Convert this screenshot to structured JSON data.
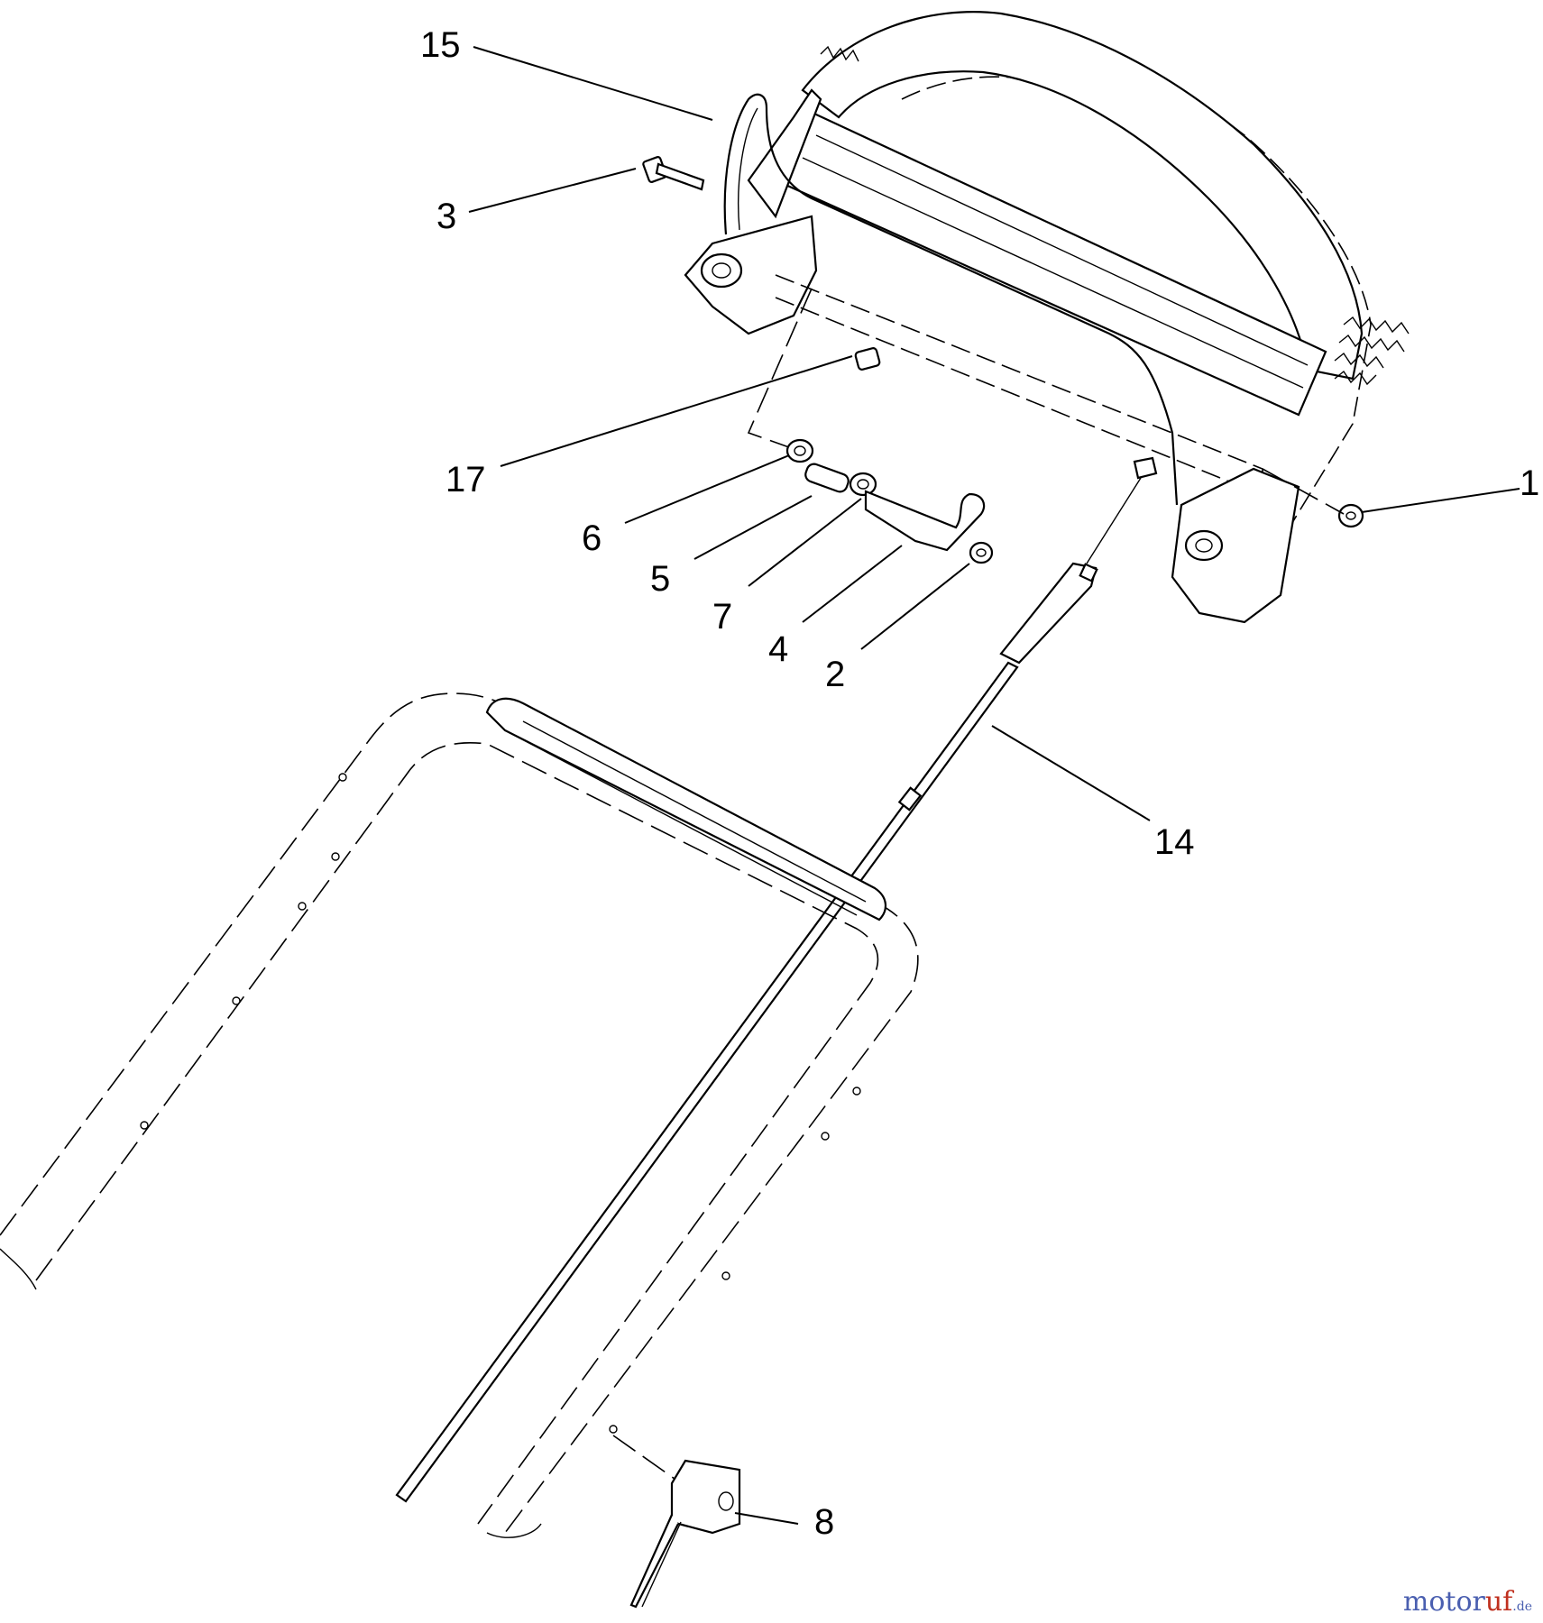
{
  "callouts": {
    "c1": "1",
    "c2": "2",
    "c3": "3",
    "c4": "4",
    "c5": "5",
    "c6": "6",
    "c7": "7",
    "c8": "8",
    "c14": "14",
    "c15": "15",
    "c17": "17"
  },
  "watermark": {
    "brand_main": "motor",
    "brand_accent": "uf",
    "brand_tld": ".de"
  },
  "colors": {
    "line": "#000000",
    "background": "#ffffff",
    "watermark_blue": "#4a5fb0",
    "watermark_red": "#c0301f"
  }
}
